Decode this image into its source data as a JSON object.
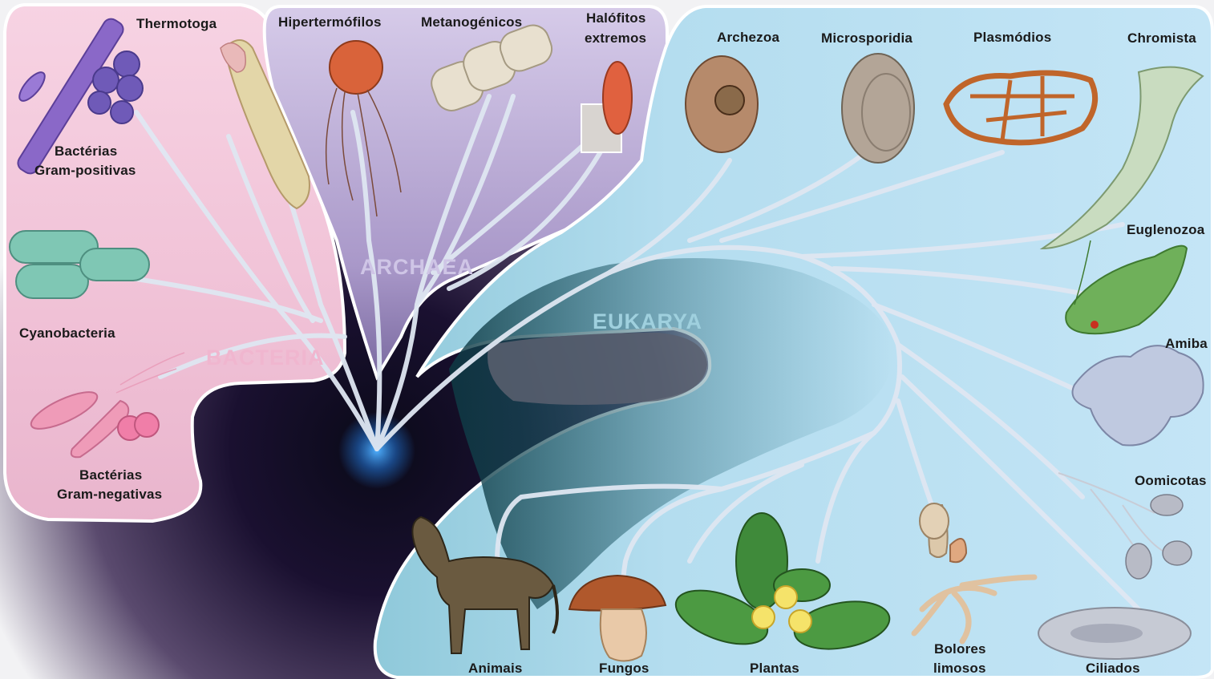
{
  "domains": {
    "bacteria": "BACTERIA",
    "archaea": "ARCHAEA",
    "eukarya": "EUKARYA"
  },
  "groups": {
    "thermotoga": "Thermotoga",
    "gram_positive_1": "Bactérias",
    "gram_positive_2": "Gram-positivas",
    "cyanobacteria": "Cyanobacteria",
    "gram_negative_1": "Bactérias",
    "gram_negative_2": "Gram-negativas",
    "hyperthermophiles": "Hipertermófilos",
    "methanogens": "Metanogénicos",
    "halophiles_1": "Halófitos",
    "halophiles_2": "extremos",
    "archezoa": "Archezoa",
    "microsporidia": "Microsporidia",
    "plasmodia": "Plasmódios",
    "chromista": "Chromista",
    "euglenozoa": "Euglenozoa",
    "amoeba": "Amiba",
    "oomycota": "Oomicotas",
    "ciliates": "Ciliados",
    "slime_molds_1": "Bolores",
    "slime_molds_2": "limosos",
    "plants": "Plantas",
    "fungi": "Fungos",
    "animals": "Animais"
  },
  "colors": {
    "bacteria_panel": "#f2c9dc",
    "archaea_panel": "#cbbfe0",
    "eukarya_panel": "#bfe0f2",
    "branch": "#dfe7f2",
    "root_glow": "#2a7fd8"
  }
}
